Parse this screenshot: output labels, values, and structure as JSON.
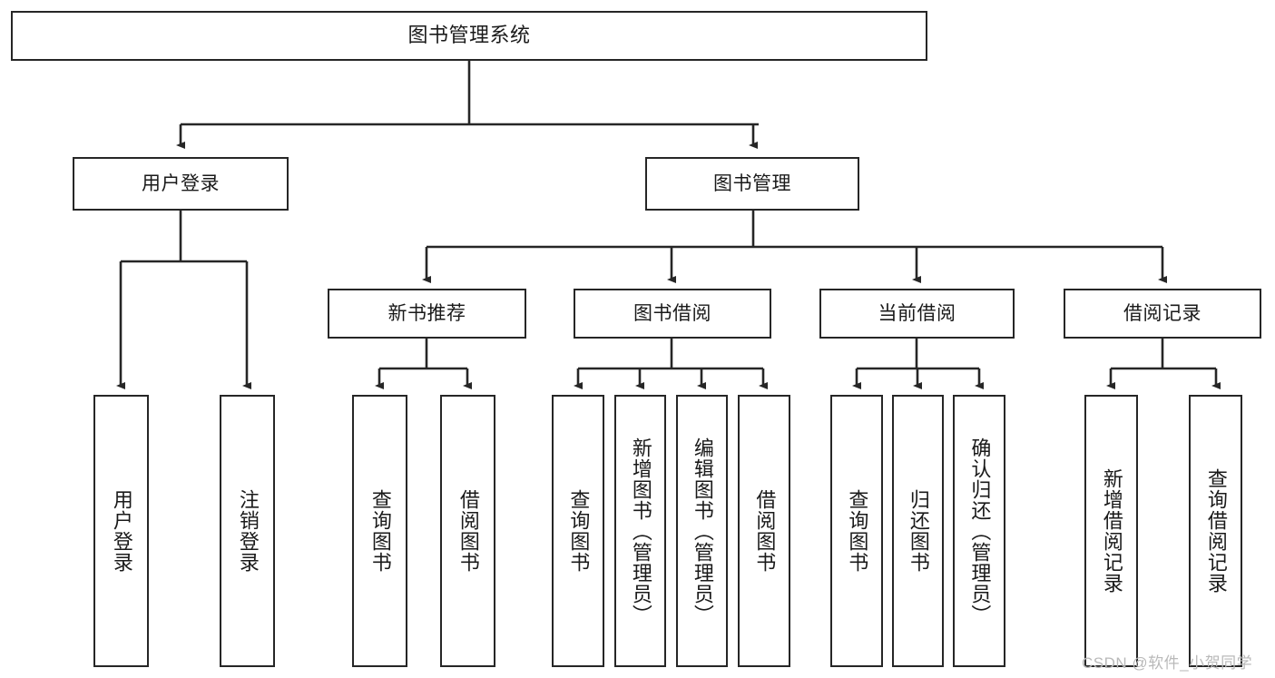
{
  "diagram": {
    "title": "图书管理系统",
    "type": "hierarchy-tree",
    "colors": {
      "stroke": "#262626",
      "fill": "#ffffff",
      "text": "#1a1a1a",
      "watermark": "#b9b9b9"
    },
    "nodes": {
      "root": "图书管理系统",
      "level2": {
        "user_login": "用户登录",
        "book_manage": "图书管理"
      },
      "level3": {
        "new_book_recommend": "新书推荐",
        "book_borrow": "图书借阅",
        "current_borrow": "当前借阅",
        "borrow_record": "借阅记录"
      },
      "leaves": {
        "login_children": [
          "用户登录",
          "注销登录"
        ],
        "new_book_children": [
          "查询图书",
          "借阅图书"
        ],
        "book_borrow_children": [
          "查询图书",
          "新增图书（管理员）",
          "编辑图书（管理员）",
          "借阅图书"
        ],
        "current_borrow_children": [
          "查询图书",
          "归还图书",
          "确认归还（管理员）"
        ],
        "borrow_record_children": [
          "新增借阅记录",
          "查询借阅记录"
        ]
      }
    },
    "watermark": "CSDN @软件_小贺同学"
  }
}
